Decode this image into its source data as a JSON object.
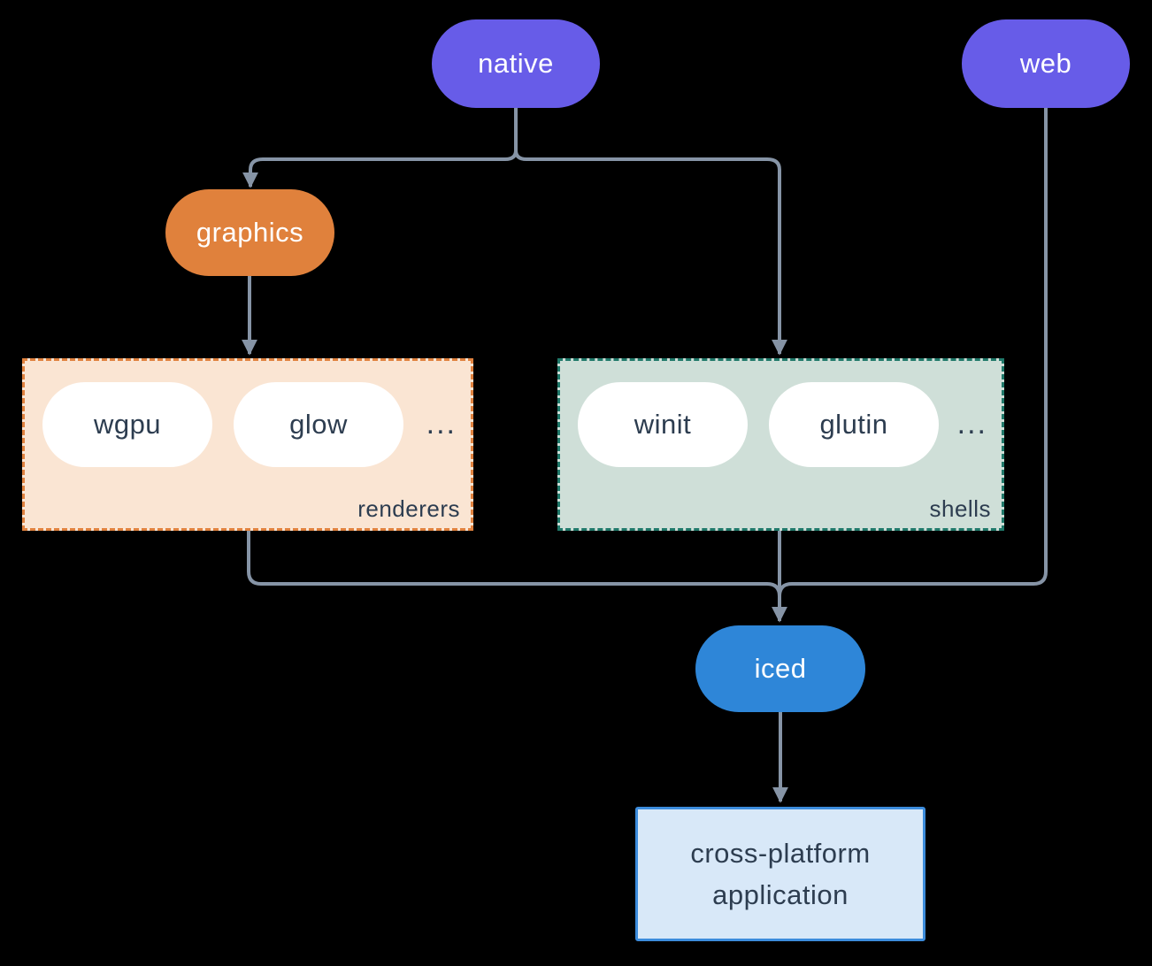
{
  "diagram": {
    "background": "#000000",
    "connector_color": "#8694a6",
    "nodes": {
      "native": {
        "label": "native",
        "color": "#675ce8",
        "text_color": "#ffffff"
      },
      "web": {
        "label": "web",
        "color": "#675ce8",
        "text_color": "#ffffff"
      },
      "graphics": {
        "label": "graphics",
        "color": "#e0813c",
        "text_color": "#ffffff"
      },
      "iced": {
        "label": "iced",
        "color": "#2e86d8",
        "text_color": "#ffffff"
      },
      "application": {
        "label_line1": "cross-platform",
        "label_line2": "application",
        "bg": "#d8e8f8",
        "border": "#3c8cdc",
        "text_color": "#2d3d50"
      }
    },
    "groups": {
      "renderers": {
        "label": "renderers",
        "ellipsis": "...",
        "bg": "#fae5d3",
        "border": "#e0823f",
        "items": [
          "wgpu",
          "glow"
        ]
      },
      "shells": {
        "label": "shells",
        "ellipsis": "...",
        "bg": "#cfdfd8",
        "border": "#20796a",
        "items": [
          "winit",
          "glutin"
        ]
      }
    }
  }
}
